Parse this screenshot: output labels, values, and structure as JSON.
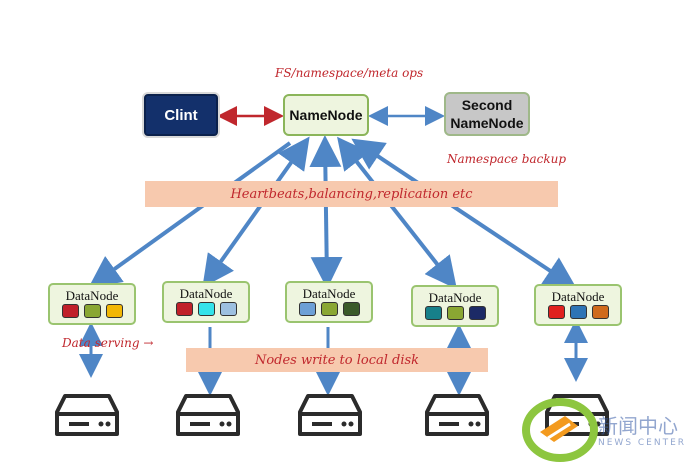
{
  "diagram": {
    "client": "Clint",
    "namenode": "NameNode",
    "second_namenode": "Second\nNameNode",
    "top_label": "FS/namespace/meta ops",
    "backup_label": "Namespace backup",
    "heartbeat_band": "Heartbeats,balancing,replication etc",
    "disk_band": "Nodes write to local disk",
    "data_serving": "Data serving →",
    "datanodes": [
      {
        "label": "DataNode",
        "blocks": [
          "#c0202a",
          "#8aa733",
          "#f2b705"
        ]
      },
      {
        "label": "DataNode",
        "blocks": [
          "#c0202a",
          "#35e3ea",
          "#9dc0e0"
        ]
      },
      {
        "label": "DataNode",
        "blocks": [
          "#6da0d6",
          "#8aa733",
          "#3b5a2a"
        ]
      },
      {
        "label": "DataNode",
        "blocks": [
          "#17808a",
          "#8aa733",
          "#1c2a66"
        ]
      },
      {
        "label": "DataNode",
        "blocks": [
          "#e0201e",
          "#2e74b5",
          "#cf6a1c"
        ]
      }
    ],
    "colors": {
      "client_fill": "#13306b",
      "namenode_fill": "#eef5df",
      "second_fill": "#c7c7c7",
      "band_fill": "#f7c9ae",
      "arrow": "#4f86c6",
      "red_arrow": "#c0272d",
      "script_text": "#c0272d"
    }
  },
  "watermark": {
    "line1": "新闻中心",
    "line2": "NEWS CENTER"
  }
}
